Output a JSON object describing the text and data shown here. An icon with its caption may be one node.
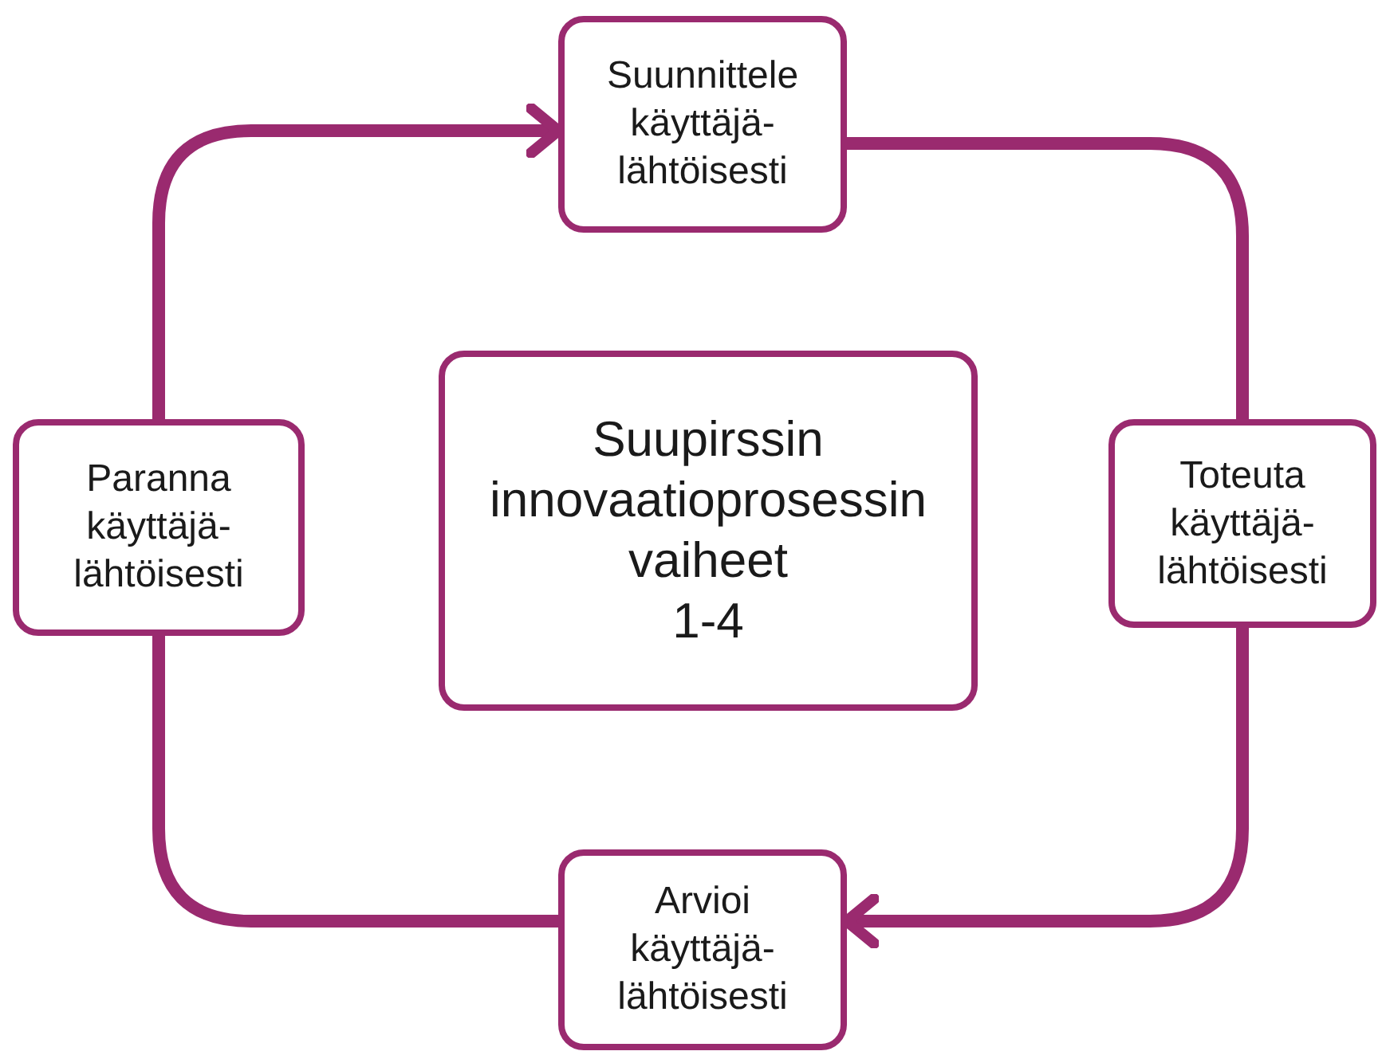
{
  "diagram": {
    "nodes": [
      {
        "text": [
          "Suupirssin innovaatioprosessin vaiheet",
          "1-4"
        ]
      },
      {
        "text": [
          "Suunnittele käyttäjä- lähtöisesti"
        ]
      },
      {
        "text": [
          "Toteuta käyttäjä- lähtöisesti"
        ]
      },
      {
        "text": [
          "Arvioi käyttäjä- lähtöisesti"
        ]
      },
      {
        "text": [
          "Paranna käyttäjä- lähtöisesti"
        ]
      }
    ],
    "edges": [
      {
        "from": 1,
        "to": 2,
        "arrow": "none"
      },
      {
        "from": 2,
        "to": 3,
        "arrow": "to"
      },
      {
        "from": 3,
        "to": 4,
        "arrow": "none"
      },
      {
        "from": 4,
        "to": 1,
        "arrow": "to"
      }
    ]
  }
}
